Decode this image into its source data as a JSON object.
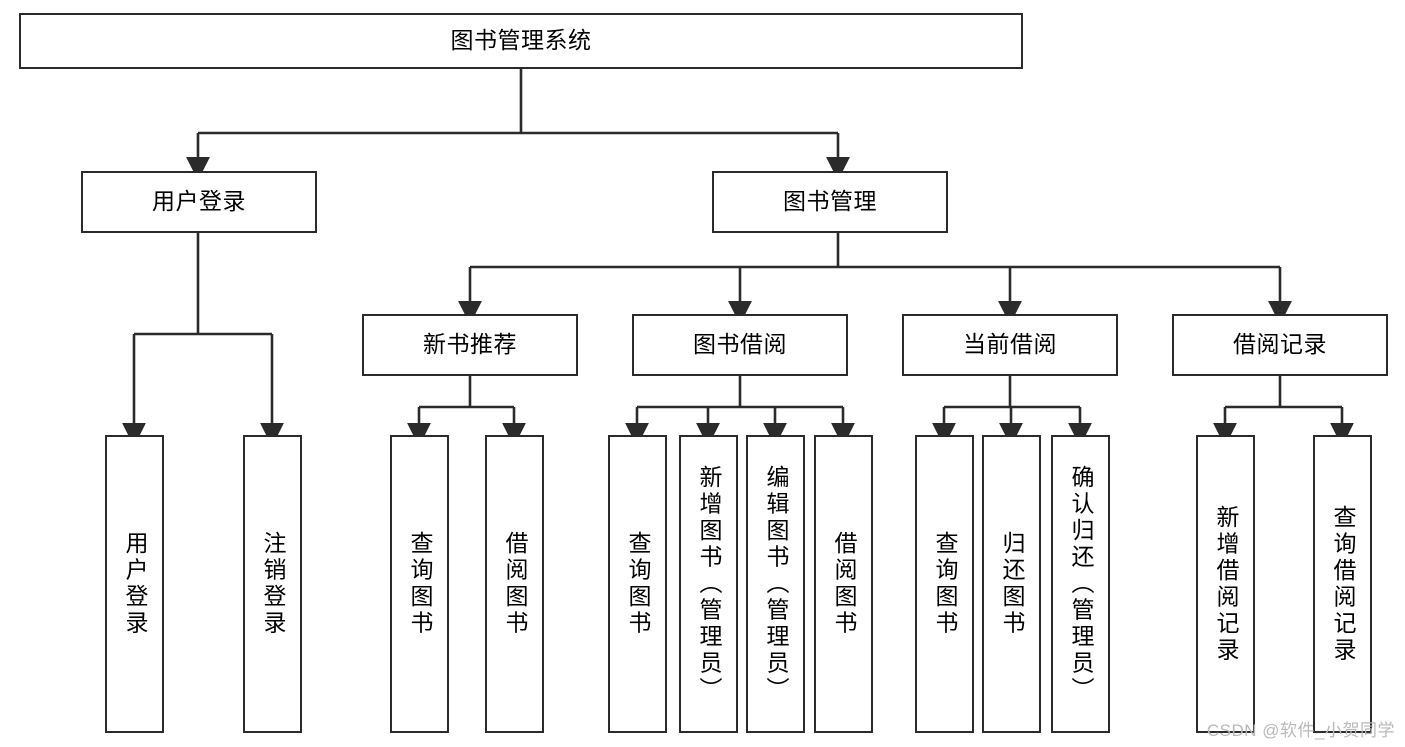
{
  "diagram": {
    "type": "tree",
    "title": "图书管理系统",
    "background_color": "#ffffff",
    "line_color": "#2b2b2b",
    "text_color": "#000000",
    "levels": 4,
    "nodes": {
      "root": {
        "label": "图书管理系统",
        "level": 1,
        "orientation": "horizontal"
      },
      "l2": [
        {
          "id": "user-login",
          "label": "用户登录",
          "level": 2,
          "orientation": "horizontal"
        },
        {
          "id": "book-management",
          "label": "图书管理",
          "level": 2,
          "orientation": "horizontal"
        }
      ],
      "l3": [
        {
          "id": "new-book-recommend",
          "label": "新书推荐",
          "level": 3,
          "orientation": "horizontal",
          "parent": "book-management"
        },
        {
          "id": "book-borrow",
          "label": "图书借阅",
          "level": 3,
          "orientation": "horizontal",
          "parent": "book-management"
        },
        {
          "id": "current-borrow",
          "label": "当前借阅",
          "level": 3,
          "orientation": "horizontal",
          "parent": "book-management"
        },
        {
          "id": "borrow-record",
          "label": "借阅记录",
          "level": 3,
          "orientation": "horizontal",
          "parent": "book-management"
        }
      ],
      "leaves": [
        {
          "id": "leaf-user-login",
          "label": "用户登录",
          "parent": "user-login",
          "orientation": "vertical"
        },
        {
          "id": "leaf-user-logout",
          "label": "注销登录",
          "parent": "user-login",
          "orientation": "vertical"
        },
        {
          "id": "leaf-query-book-1",
          "label": "查询图书",
          "parent": "new-book-recommend",
          "orientation": "vertical"
        },
        {
          "id": "leaf-borrow-book-1",
          "label": "借阅图书",
          "parent": "new-book-recommend",
          "orientation": "vertical"
        },
        {
          "id": "leaf-query-book-2",
          "label": "查询图书",
          "parent": "book-borrow",
          "orientation": "vertical"
        },
        {
          "id": "leaf-add-book",
          "label": "新增图书（管理员）",
          "parent": "book-borrow",
          "orientation": "vertical"
        },
        {
          "id": "leaf-edit-book",
          "label": "编辑图书（管理员）",
          "parent": "book-borrow",
          "orientation": "vertical"
        },
        {
          "id": "leaf-borrow-book-2",
          "label": "借阅图书",
          "parent": "book-borrow",
          "orientation": "vertical"
        },
        {
          "id": "leaf-query-book-3",
          "label": "查询图书",
          "parent": "current-borrow",
          "orientation": "vertical"
        },
        {
          "id": "leaf-return-book",
          "label": "归还图书",
          "parent": "current-borrow",
          "orientation": "vertical"
        },
        {
          "id": "leaf-confirm-return",
          "label": "确认归还（管理员）",
          "parent": "current-borrow",
          "orientation": "vertical"
        },
        {
          "id": "leaf-add-record",
          "label": "新增借阅记录",
          "parent": "borrow-record",
          "orientation": "vertical"
        },
        {
          "id": "leaf-query-record",
          "label": "查询借阅记录",
          "parent": "borrow-record",
          "orientation": "vertical"
        }
      ]
    }
  },
  "watermark": {
    "text": "CSDN @软件_小贺同学"
  }
}
